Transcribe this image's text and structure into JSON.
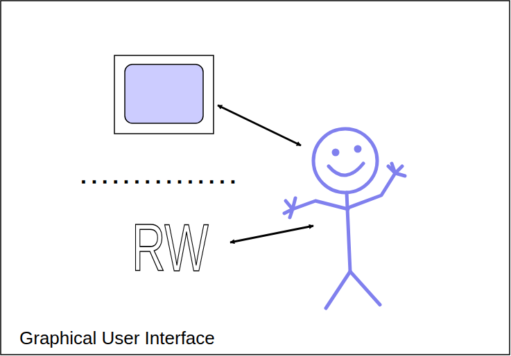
{
  "diagram": {
    "caption": "Graphical User Interface",
    "labels": [
      "...............",
      "RW"
    ]
  }
}
